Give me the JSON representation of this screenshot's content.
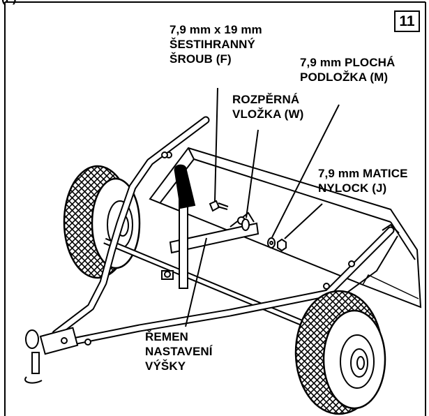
{
  "step_number": "11",
  "top_fragment": "(F)",
  "labels": {
    "bolt": [
      "7,9 mm x 19 mm",
      "ŠESTIHRANNÝ",
      "ŠROUB (F)"
    ],
    "washer": [
      "7,9 mm PLOCHÁ",
      "PODLOŽKA (M)"
    ],
    "spacer": [
      "ROZPĚRNÁ",
      "VLOŽKA (W)"
    ],
    "nut": [
      "7,9 mm MATICE",
      "NYLOCK (J)"
    ],
    "strap": [
      "ŘEMEN",
      "NASTAVENÍ",
      "VÝŠKY"
    ]
  }
}
